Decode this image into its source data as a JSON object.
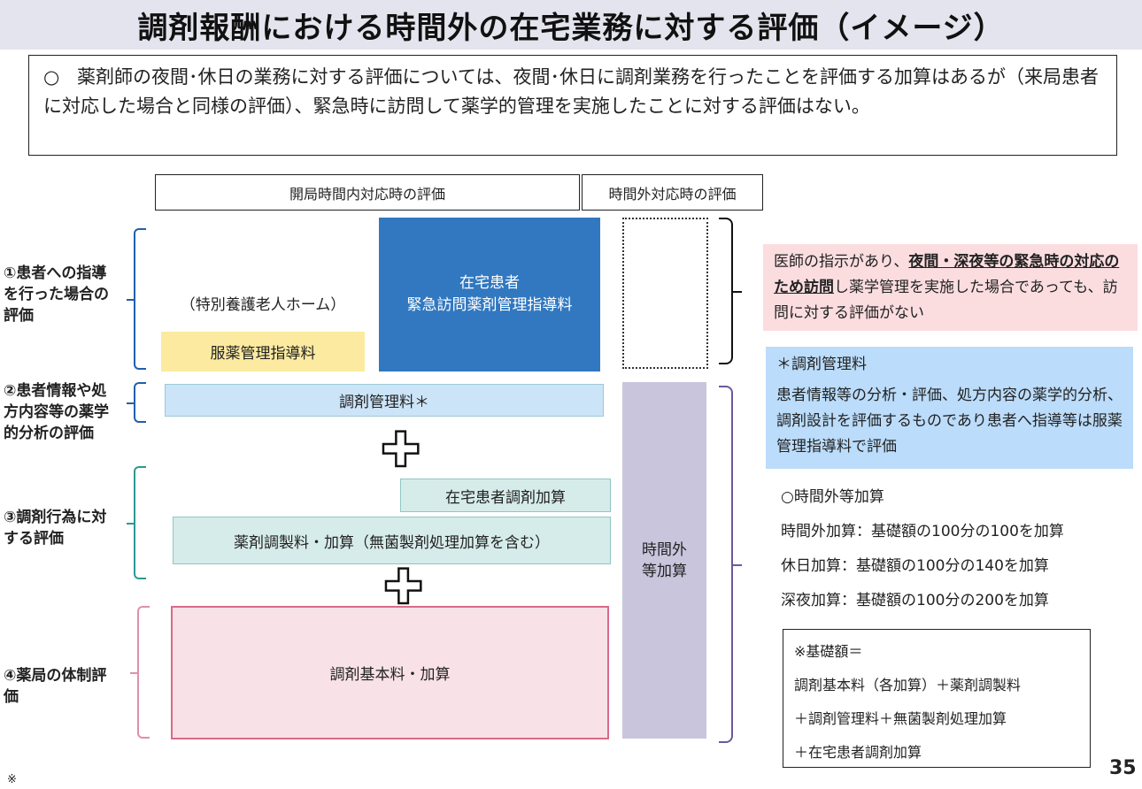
{
  "title": "調剤報酬における時間外の在宅業務に対する評価（イメージ）",
  "summary": {
    "marker": "○",
    "text": "薬剤師の夜間･休日の業務に対する評価については、夜間･休日に調剤業務を行ったことを評価する加算はあるが（来局患者に対応した場合と同様の評価）、緊急時に訪問して薬学的管理を実施したことに対する評価はない。"
  },
  "columns": {
    "in_hours": "開局時間内対応時の評価",
    "out_hours": "時間外対応時の評価"
  },
  "rows": {
    "r1": "①患者への指導を行った場合の評価",
    "r2": "②患者情報や処方内容等の薬学的分析の評価",
    "r3": "③調剤行為に対する評価",
    "r4": "④薬局の体制評価"
  },
  "boxes": {
    "nursing_home": "（特別養護老人ホーム）",
    "medication_guidance": "服薬管理指導料",
    "home_emergency_1": "在宅患者",
    "home_emergency_2": "緊急訪問薬剤管理指導料",
    "dispensing_mgmt": "調剤管理料＊",
    "home_dispensing": "在宅患者調剤加算",
    "drug_prep": "薬剤調製料・加算（無菌製剤処理加算を含む）",
    "basic_fee": "調剤基本料・加算",
    "overtime_1": "時間外",
    "overtime_2": "等加算"
  },
  "pink_note": {
    "pre": "医師の指示があり、",
    "bold": "夜間・深夜等の緊急時の対応のため訪問",
    "post": "し薬学管理を実施した場合であっても、訪問に対する評価がない"
  },
  "blue_note": {
    "title": "＊調剤管理料",
    "body": "患者情報等の分析・評価、処方内容の薬学的分析、調剤設計を評価するものであり患者へ指導等は服薬管理指導料で評価"
  },
  "overtime": {
    "title": "○時間外等加算",
    "items": [
      "時間外加算：基礎額の100分の100を加算",
      "休日加算：基礎額の100分の140を加算",
      "深夜加算：基礎額の100分の200を加算"
    ]
  },
  "base": {
    "lines": [
      "※基礎額＝",
      "調剤基本料（各加算）＋薬剤調製料",
      "＋調剤管理料＋無菌製剤処理加算",
      "＋在宅患者調剤加算"
    ]
  },
  "page_number": "35",
  "footnote": "※"
}
